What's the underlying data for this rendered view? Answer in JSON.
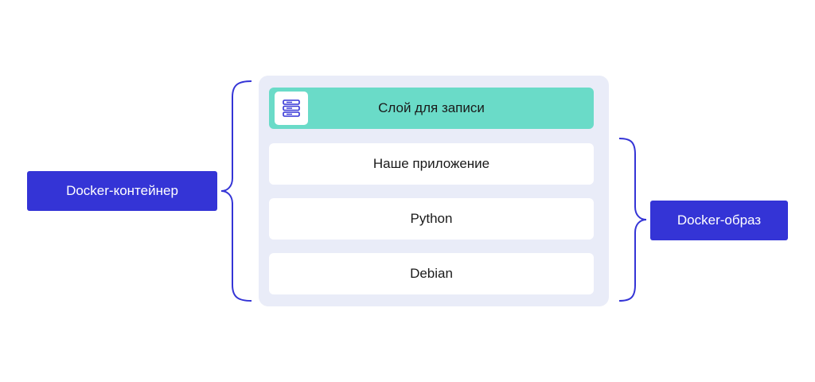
{
  "labels": {
    "container": "Docker-контейнер",
    "image": "Docker-образ"
  },
  "layers": [
    {
      "label": "Слой для записи"
    },
    {
      "label": "Наше приложение"
    },
    {
      "label": "Python"
    },
    {
      "label": "Debian"
    }
  ],
  "icons": {
    "writable_layer": "server-stack-icon"
  },
  "colors": {
    "accent": "#3434d6",
    "writable_layer": "#6adbc8",
    "stack_background": "#e9ecf8",
    "brace": "#3434d6"
  }
}
